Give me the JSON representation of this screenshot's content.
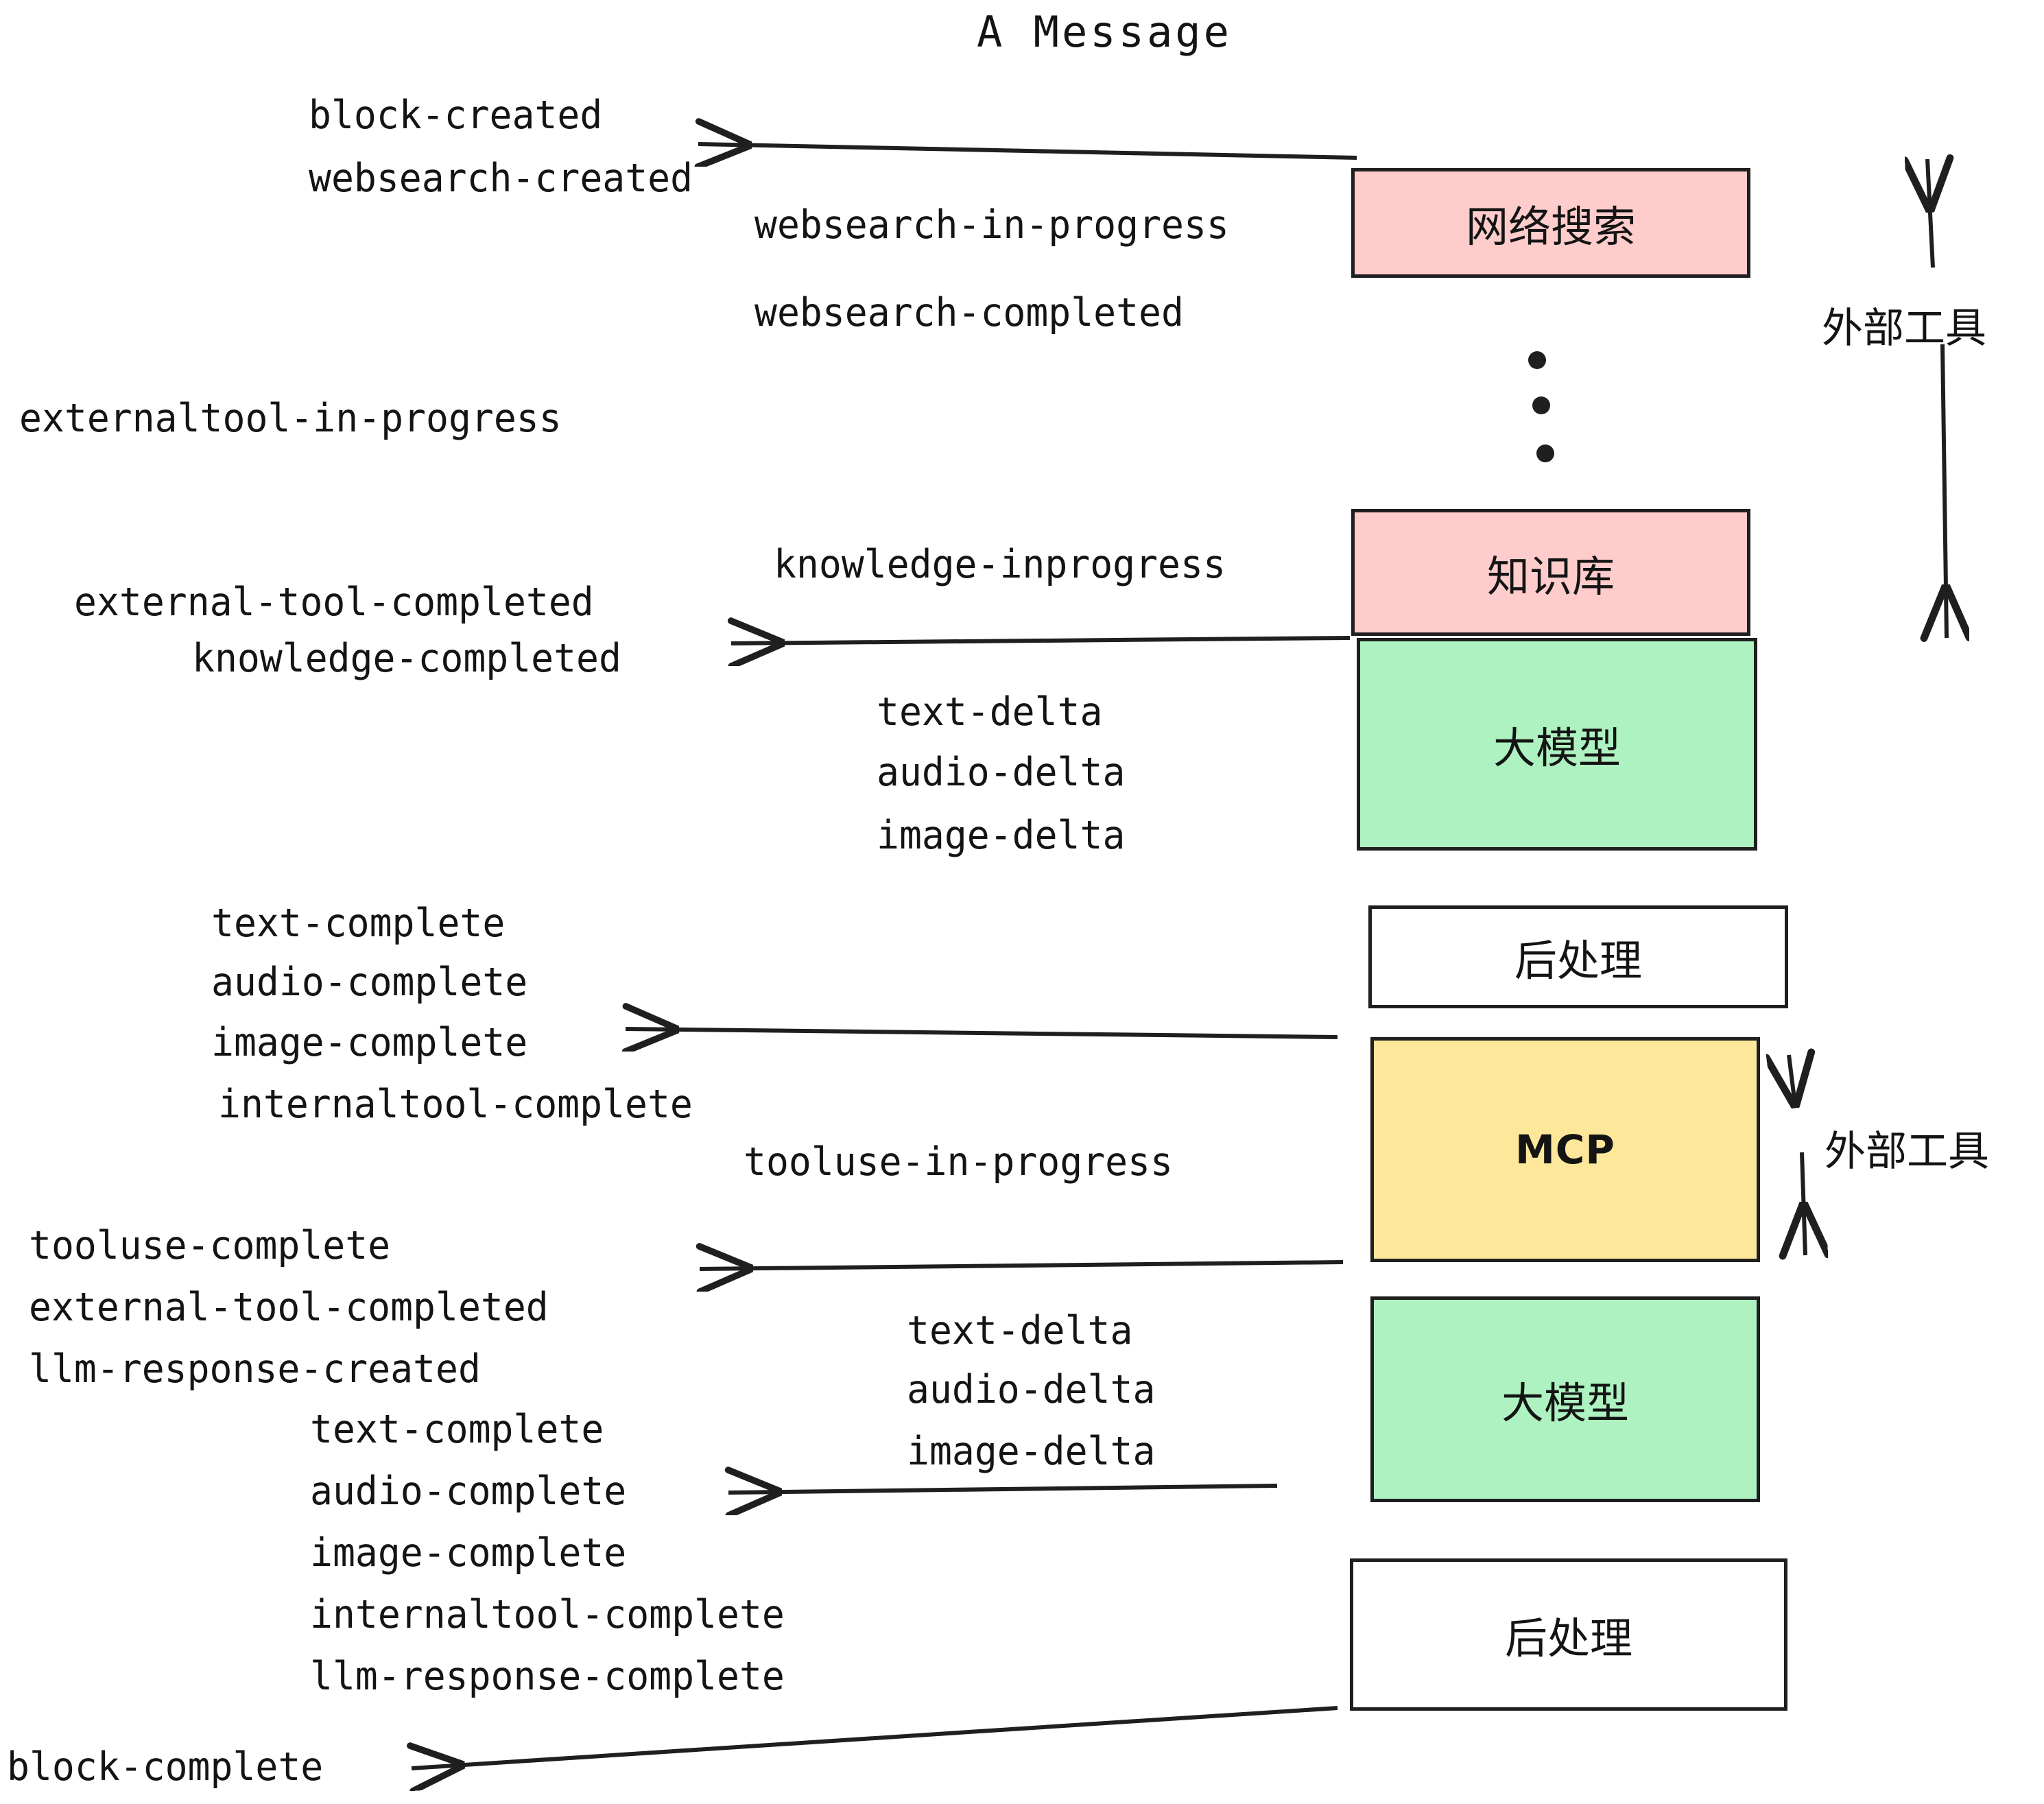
{
  "diagram": {
    "title": "A Message",
    "colors": {
      "pink": "#FFCCCC",
      "green": "#ADF2C0",
      "yellow": "#FCE79A",
      "white": "#FFFFFF",
      "stroke": "#1F1F1F",
      "text": "#141414"
    },
    "boxes": [
      {
        "label": "网络搜索",
        "fill": "#FFCCCC",
        "kind": "cjk"
      },
      {
        "label": "知识库",
        "fill": "#FFCCCC",
        "kind": "cjk"
      },
      {
        "label": "大模型",
        "fill": "#ADF2C0",
        "kind": "cjk"
      },
      {
        "label": "后处理",
        "fill": "#FFFFFF",
        "kind": "cjk"
      },
      {
        "label": "MCP",
        "fill": "#FCE79A",
        "kind": "latin"
      },
      {
        "label": "大模型",
        "fill": "#ADF2C0",
        "kind": "cjk"
      },
      {
        "label": "后处理",
        "fill": "#FFFFFF",
        "kind": "cjk"
      }
    ],
    "side_labels": [
      {
        "text": "外部工具"
      },
      {
        "text": "外部工具"
      }
    ],
    "events": [
      {
        "text": "block-created"
      },
      {
        "text": "websearch-created"
      },
      {
        "text": "websearch-in-progress"
      },
      {
        "text": "websearch-completed"
      },
      {
        "text": "externaltool-in-progress"
      },
      {
        "text": "knowledge-inprogress"
      },
      {
        "text": "external-tool-completed"
      },
      {
        "text": "knowledge-completed"
      },
      {
        "text": "text-delta"
      },
      {
        "text": "audio-delta"
      },
      {
        "text": "image-delta"
      },
      {
        "text": "text-complete"
      },
      {
        "text": "audio-complete"
      },
      {
        "text": "image-complete"
      },
      {
        "text": "internaltool-complete"
      },
      {
        "text": "tooluse-in-progress"
      },
      {
        "text": "tooluse-complete"
      },
      {
        "text": "external-tool-completed"
      },
      {
        "text": "llm-response-created"
      },
      {
        "text": "text-delta"
      },
      {
        "text": "audio-delta"
      },
      {
        "text": "image-delta"
      },
      {
        "text": "text-complete"
      },
      {
        "text": "audio-complete"
      },
      {
        "text": "image-complete"
      },
      {
        "text": "internaltool-complete"
      },
      {
        "text": "llm-response-complete"
      },
      {
        "text": "block-complete"
      }
    ]
  }
}
